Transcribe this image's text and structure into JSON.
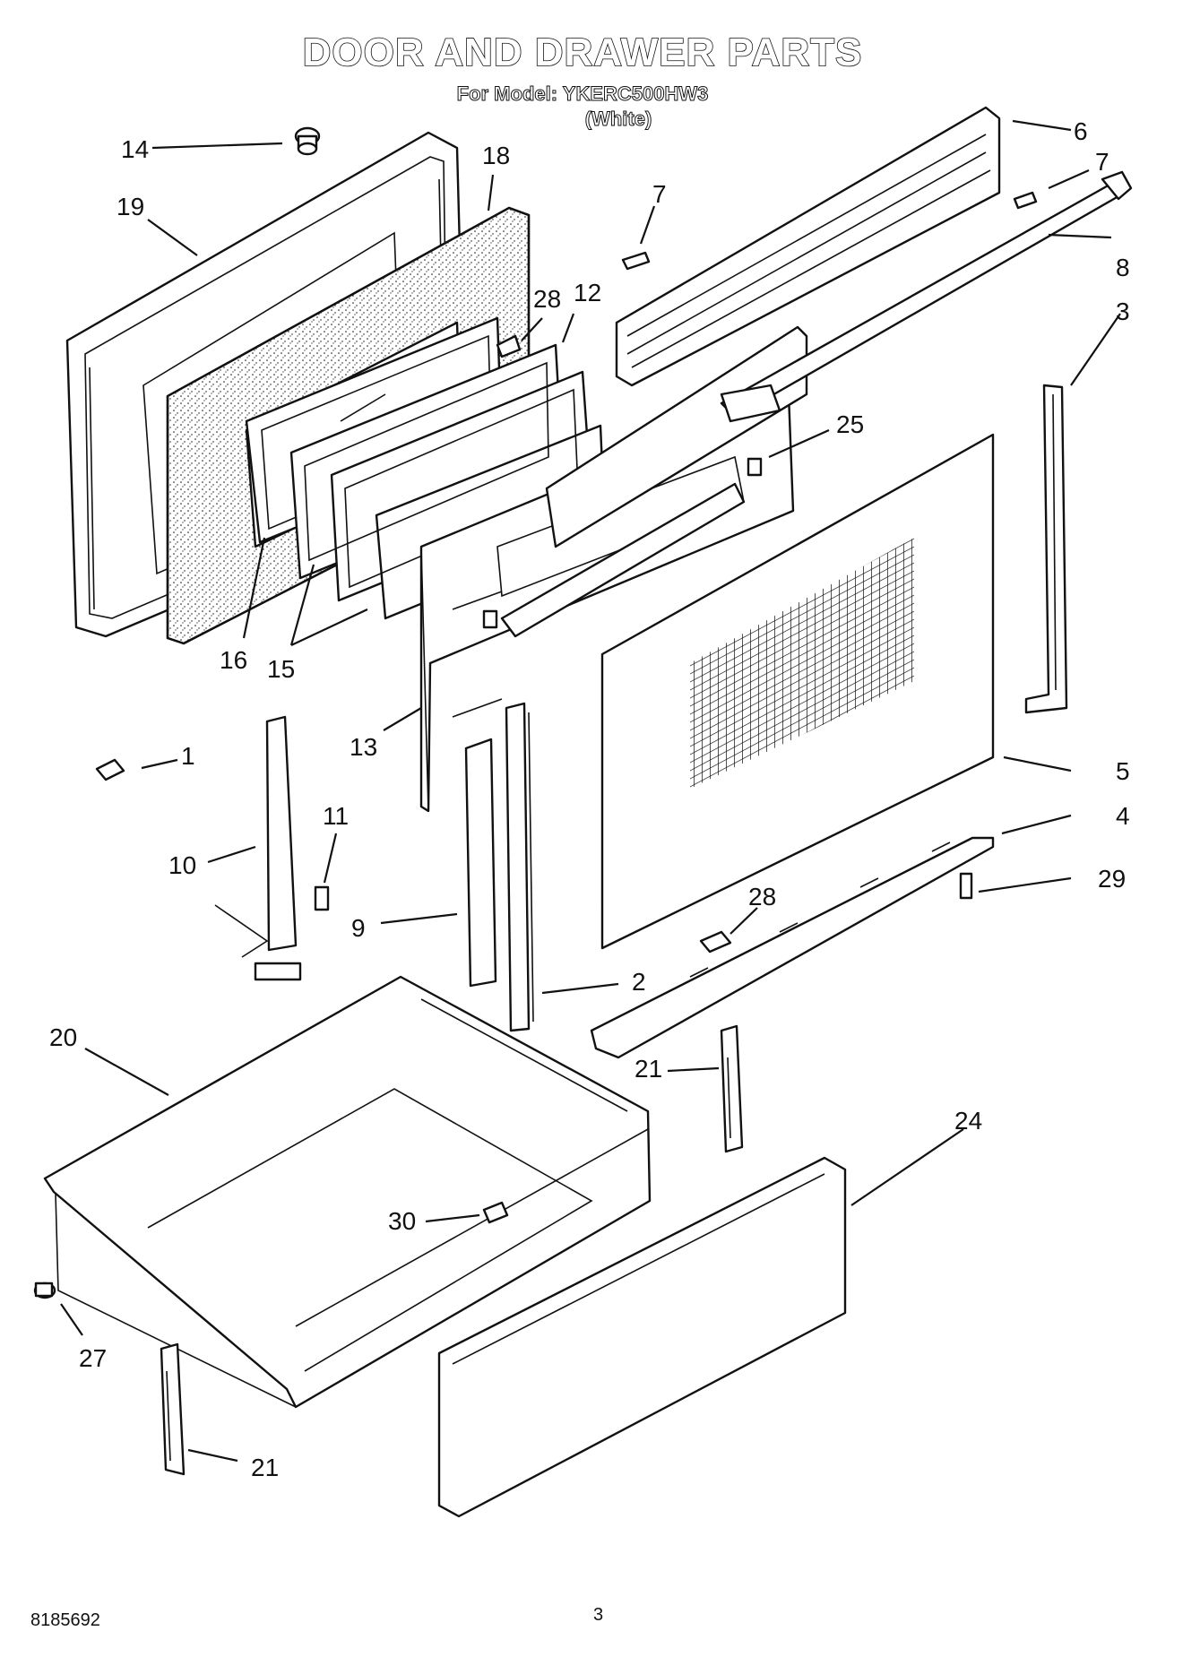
{
  "title": "DOOR AND DRAWER PARTS",
  "model_line": "For Model: YKERC500HW3",
  "color_line": "(White)",
  "footer": {
    "doc_number": "8185692",
    "page": "3"
  },
  "callouts": [
    "14",
    "19",
    "18",
    "28",
    "12",
    "7",
    "6",
    "7",
    "8",
    "3",
    "25",
    "16",
    "15",
    "13",
    "1",
    "11",
    "10",
    "9",
    "2",
    "28",
    "5",
    "4",
    "29",
    "20",
    "21",
    "24",
    "30",
    "27",
    "21"
  ]
}
